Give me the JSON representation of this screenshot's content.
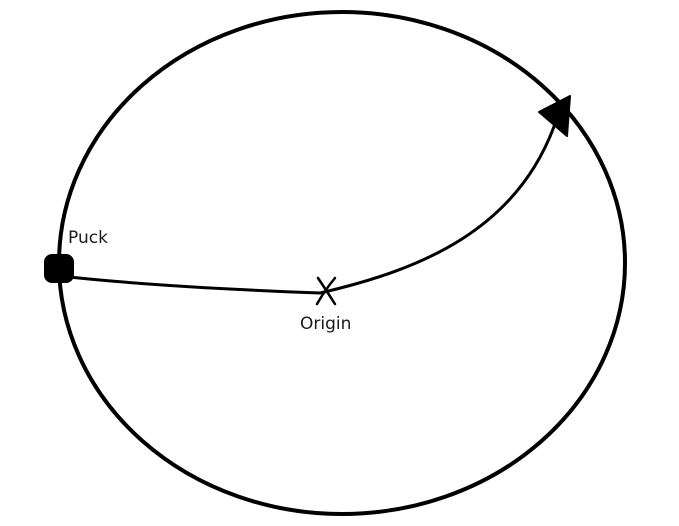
{
  "labels": {
    "puck": "Puck",
    "origin": "Origin"
  },
  "colors": {
    "background": "#ffffff",
    "ink": "#000000"
  },
  "markers": {
    "puck": "filled-rounded-square",
    "origin": "x-mark",
    "arrowhead": "filled-triangle"
  }
}
